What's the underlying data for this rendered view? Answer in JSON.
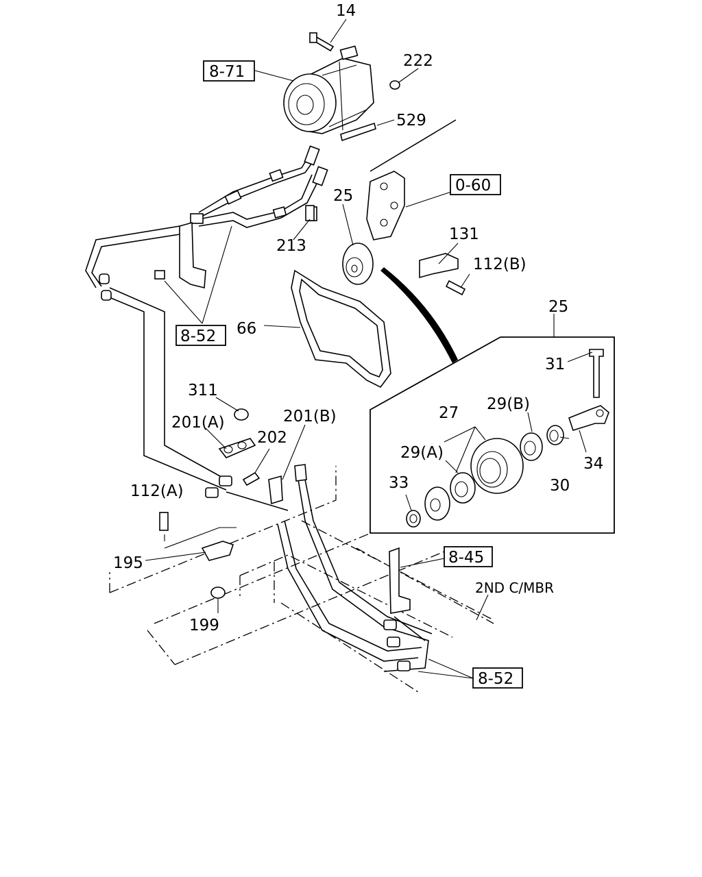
{
  "callouts": {
    "c14": "14",
    "c222": "222",
    "c529": "529",
    "c25_top": "25",
    "c213": "213",
    "c131": "131",
    "c112b": "112(B)",
    "c66": "66",
    "c25_detail": "25",
    "c31": "31",
    "c29b": "29(B)",
    "c27": "27",
    "c29a": "29(A)",
    "c33": "33",
    "c30": "30",
    "c34": "34",
    "c311": "311",
    "c201a": "201(A)",
    "c201b": "201(B)",
    "c202": "202",
    "c112a": "112(A)",
    "c195": "195",
    "c199": "199",
    "note_2nd_mbr": "2ND C/MBR"
  },
  "references": {
    "r871": "8-71",
    "r060": "0-60",
    "r852_left": "8-52",
    "r845": "8-45",
    "r852_bottom": "8-52"
  }
}
